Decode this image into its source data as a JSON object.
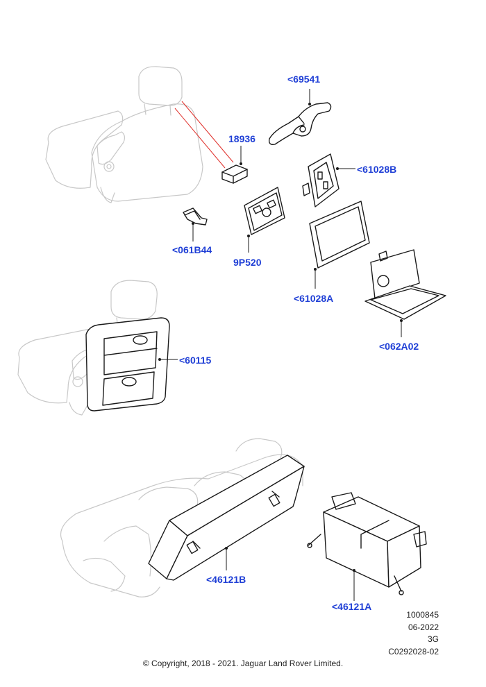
{
  "callouts": {
    "c69541": "<69541",
    "c18936": "18936",
    "c61028B": "<61028B",
    "c061B44": "<061B44",
    "c9P520": "9P520",
    "c61028A": "<61028A",
    "c062A02": "<062A02",
    "c60115": "<60115",
    "c46121B": "<46121B",
    "c46121A": "<46121A"
  },
  "meta": {
    "number": "1000845",
    "date": "06-2022",
    "code": "3G",
    "ref": "C0292028-02"
  },
  "copyright": "© Copyright, 2018 - 2021. Jaguar Land Rover Limited.",
  "colors": {
    "callout": "#1f3fd6",
    "ghost": "#c8c8c8",
    "line": "#1a1a1a",
    "leader_red": "#e0302b"
  }
}
